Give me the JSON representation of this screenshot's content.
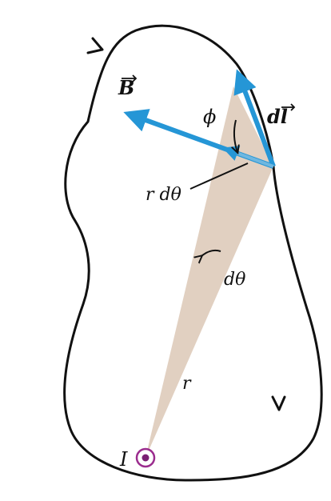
{
  "labels": {
    "B": "B",
    "phi": "ϕ",
    "dl": "dl",
    "r_dtheta": "r dθ",
    "dtheta": "dθ",
    "r": "r",
    "I": "I"
  },
  "colors": {
    "loop": "#111111",
    "vector": "#2596d6",
    "vector_dark": "#1a78b8",
    "wedge": "#dcc8b6",
    "current_ring": "#9b2c8e",
    "current_dot": "#7a1f73"
  },
  "icons": {
    "current_source": "current-out-of-page-icon",
    "direction_arrow": "arrowhead-icon"
  }
}
